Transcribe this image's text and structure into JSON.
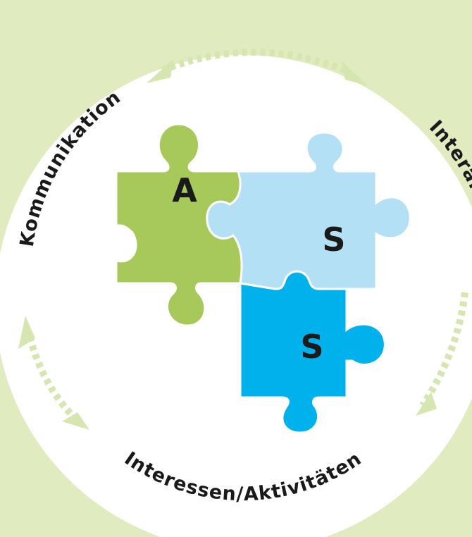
{
  "labels": {
    "top_left": "Kommunikation",
    "top_right": "Interaktion",
    "bottom": "Interessen/Aktivitäten"
  },
  "pieces": {
    "green": {
      "letter": "A",
      "color": "#a6c95a"
    },
    "light_blue": {
      "letter": "S",
      "color": "#b3e0f5"
    },
    "blue": {
      "letter": "S",
      "color": "#00b1ec"
    }
  },
  "colors": {
    "background": "#e0ebc0",
    "circle": "#ffffff",
    "arrows": "#d5e6b0"
  }
}
